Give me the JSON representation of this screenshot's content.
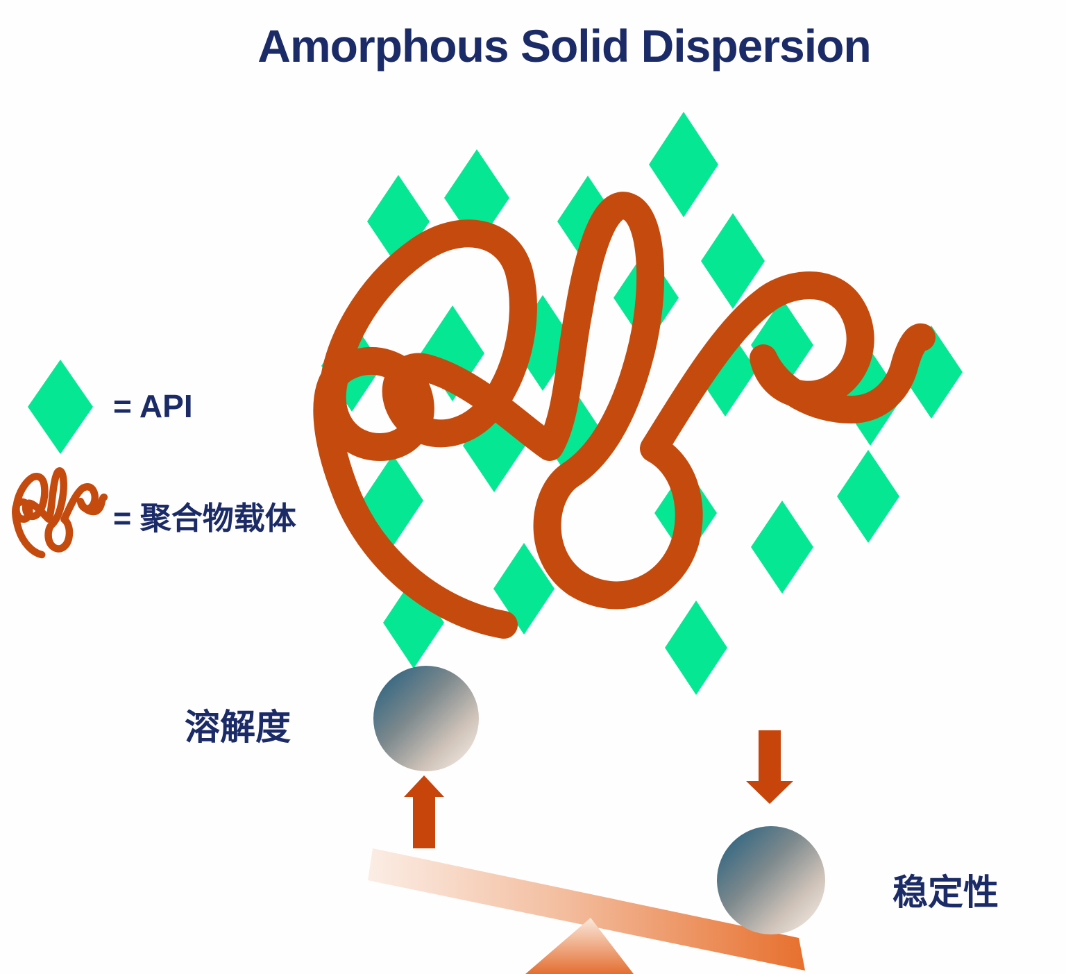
{
  "title": "Amorphous Solid Dispersion",
  "legend": {
    "items": [
      {
        "icon": "api-diamond-icon",
        "label": "= API"
      },
      {
        "icon": "polymer-carrier-icon",
        "label": "= 聚合物载体"
      }
    ]
  },
  "balance": {
    "left": {
      "label": "溶解度",
      "arrow": "up"
    },
    "right": {
      "label": "稳定性",
      "arrow": "down"
    }
  },
  "colors": {
    "navy": "#1b2b67",
    "api_green": "#06e794",
    "polymer_orange": "#c44b0d",
    "arrow_orange": "#c7440a",
    "plank_light": "#fbede5",
    "plank_mid": "#f3bd9e",
    "plank_dark": "#e7702e",
    "fulcrum_light": "#fbe9dd",
    "fulcrum_dark": "#e36f31",
    "sphere_dark": "#1c5c7e",
    "sphere_mid": "#7d898d",
    "sphere_warm": "#cfc3b9",
    "sphere_light": "#fbf4ed",
    "background": "#fffefe"
  }
}
